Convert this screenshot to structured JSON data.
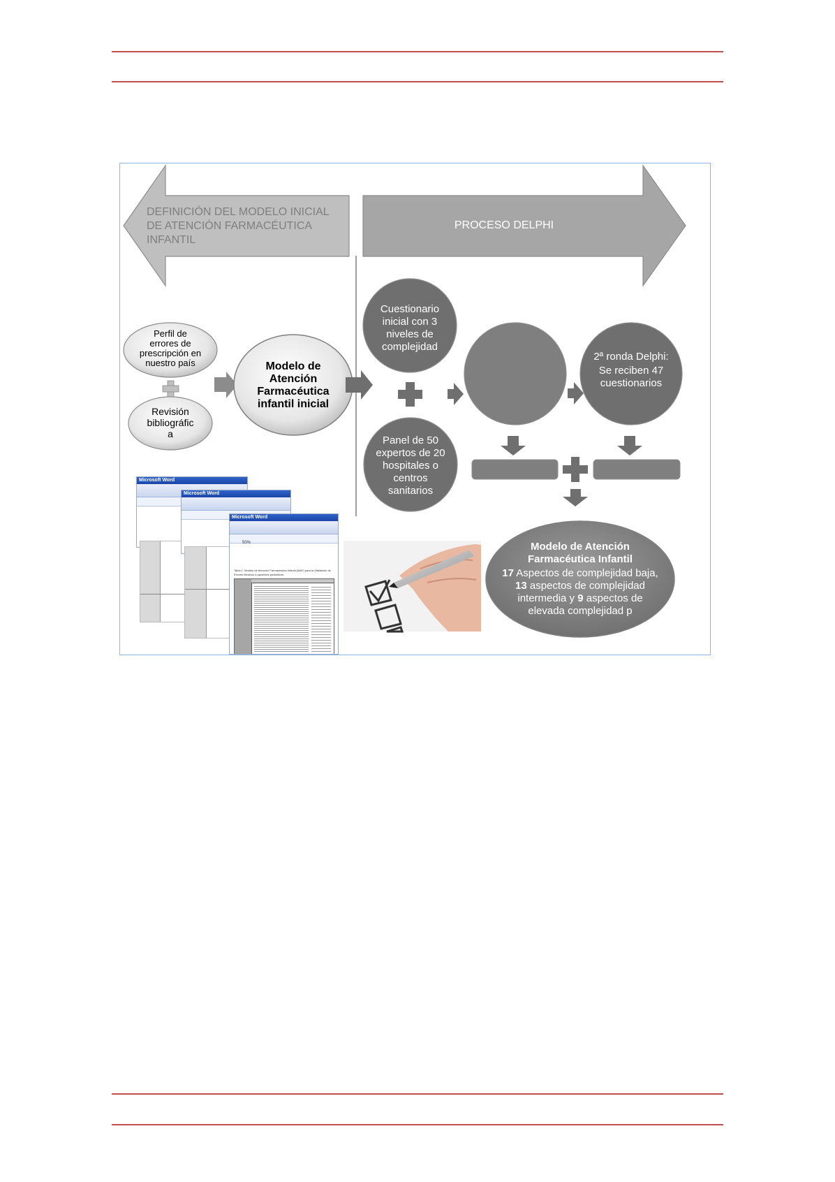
{
  "header": {},
  "footer": {},
  "colors": {
    "rule": "#c0504d",
    "frame": "#8eb4e3",
    "dark_gray": "#6f6f6f",
    "light_gray": "#a6a6a6",
    "arrow_gray": "#7f7f7f",
    "oval_light": "#e6e6e6"
  },
  "diagram": {
    "left_banner": [
      "DEFINICIÓN DEL MODELO INICIAL",
      "DE ATENCIÓN FARMACÉUTICA",
      "INFANTIL"
    ],
    "right_banner": "PROCESO DELPHI",
    "oval_perfil": [
      "Perfil de",
      "errores de",
      "prescripción en",
      "nuestro país"
    ],
    "oval_revision": [
      "Revisión",
      "bibliográfic",
      "a"
    ],
    "oval_modelo_inicial": [
      "Modelo de",
      "Atención",
      "Farmacéutica",
      "infantil inicial"
    ],
    "circle_cuestionario": [
      "Cuestionario",
      "inicial con 3",
      "niveles de",
      "complejidad"
    ],
    "circle_panel": [
      "Panel de 50",
      "expertos de 20",
      "hospitales o",
      "centros",
      "sanitarios"
    ],
    "circle_empty": "",
    "circle_ronda": [
      "2ª ronda Delphi:",
      "Se reciben 47",
      "cuestionarios"
    ],
    "final": {
      "title": [
        "Modelo de Atención",
        "Farmacéutica Infantil"
      ],
      "line1_num": "17",
      "line1_text": " Aspectos de complejidad baja,",
      "line2_num": "13",
      "line2_text": " aspectos de complejidad",
      "line3_text": "intermedia y ",
      "line3_num": "9",
      "line3_tail": " aspectos de",
      "line4_text": "elevada complejidad p"
    },
    "doc_window_title": "Microsoft Word",
    "doc_zoom": "50%",
    "doc_caption": "Tabla 1. Modelo de Atención Farmacéutica Infantil (MAF) para la Validación de Errores Médicos a pacientes pediátricos."
  },
  "icons": [
    "plus-icon",
    "arrow-right-icon",
    "arrow-down-icon",
    "checklist-pen-icon"
  ]
}
